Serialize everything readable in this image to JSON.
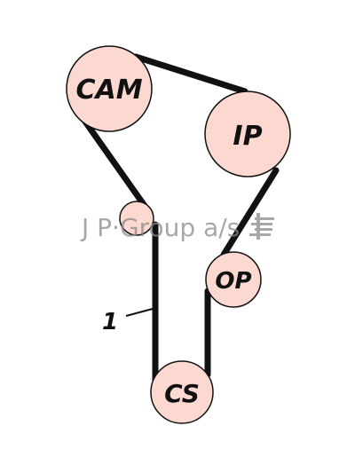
{
  "diagram": {
    "pulleys": {
      "cam": {
        "label": "CAM"
      },
      "ip": {
        "label": "IP"
      },
      "idler": {
        "label": ""
      },
      "op": {
        "label": "OP"
      },
      "cs": {
        "label": "CS"
      }
    },
    "callout": {
      "label": "1"
    },
    "colors": {
      "pulley_fill": "#fbd9d0",
      "outline": "#111111",
      "belt": "#111111"
    }
  },
  "watermark": {
    "text": "J P·Group a/s"
  }
}
